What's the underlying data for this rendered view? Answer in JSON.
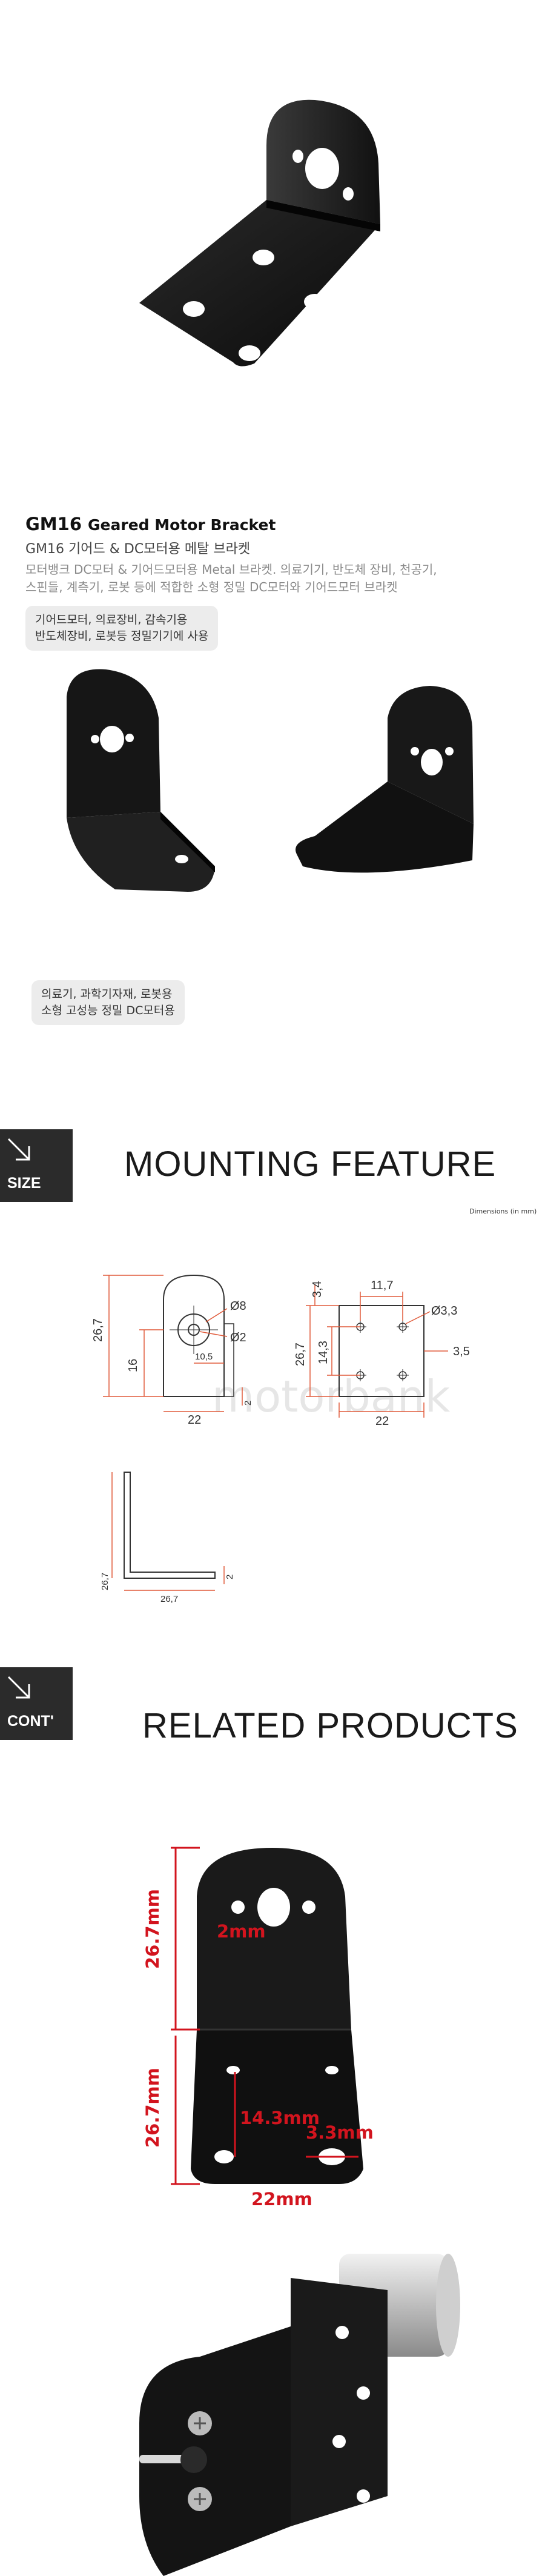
{
  "product": {
    "model": "GM16",
    "name_en": "Geared Motor Bracket",
    "name_ko": "GM16 기어드 & DC모터용 메탈 브라켓",
    "description_lines": [
      "모터뱅크 DC모터 & 기어드모터용 Metal 브라켓. 의료기기, 반도체 장비, 천공기,",
      "스핀들, 계측기, 로봇 등에 적합한 소형 정밀 DC모터와 기어드모터 브라켓"
    ]
  },
  "tags": {
    "first": [
      "기어드모터, 의료장비, 감속기용",
      "반도체장비, 로봇등 정밀기기에 사용"
    ],
    "second": [
      "의료기, 과학기자재, 로봇용",
      "소형 고성능 정밀 DC모터용"
    ]
  },
  "sections": {
    "size": {
      "icon_label": "SIZE",
      "title": "MOUNTING FEATURE",
      "note": "Dimensions (in mm)"
    },
    "cont": {
      "icon_label": "CONT'",
      "title": "RELATED PRODUCTS"
    }
  },
  "drawing_dims": {
    "phi8": "Ø8",
    "phi2": "Ø2",
    "h267": "26,7",
    "h16": "16",
    "w105": "10,5",
    "w22": "22",
    "t2": "2",
    "w34": "3,4",
    "w117": "11,7",
    "phi33": "Ø3,3",
    "h143": "14,3",
    "h267b": "26,7",
    "w35": "3,5",
    "w22b": "22",
    "side_t": "2",
    "side_h": "26,7",
    "side_w": "26,7"
  },
  "watermark": "motorbank",
  "photo_dims": {
    "top_height": "26.7mm",
    "bottom_height": "26.7mm",
    "hole_small": "2mm",
    "hole_spacing": "14.3mm",
    "hole_diam": "3.3mm",
    "width": "22mm"
  },
  "colors": {
    "accent_red": "#d2141e",
    "icon_bg": "#2b2b2b",
    "tag_bg": "#ececec",
    "bracket": "#151515"
  }
}
